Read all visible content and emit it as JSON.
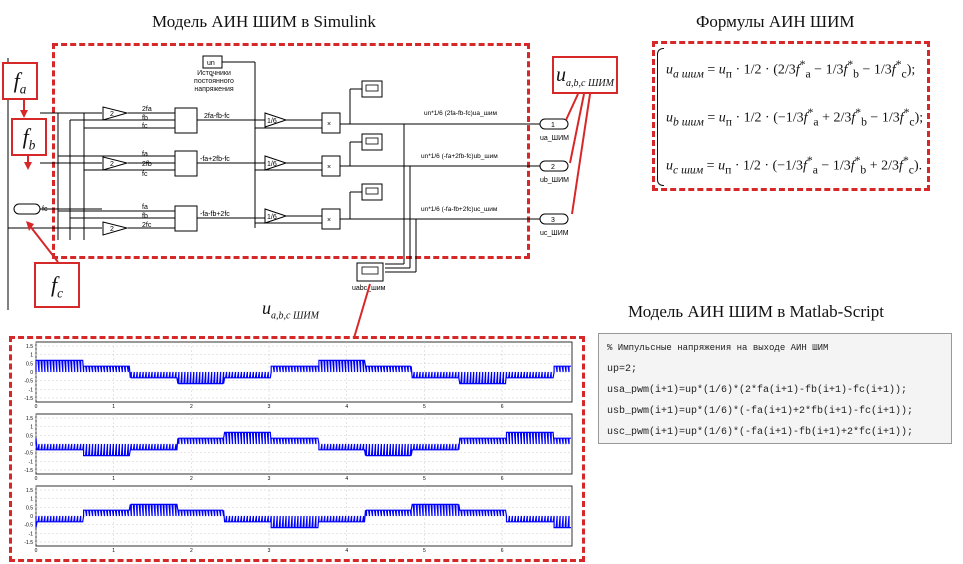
{
  "titles": {
    "simulink": "Модель АИН ШИМ в Simulink",
    "formulas": "Формулы АИН ШИМ",
    "matlab": "Модель АИН ШИМ в Matlab-Script"
  },
  "inputs": {
    "fa": "f",
    "fa_sub": "a",
    "fb": "f",
    "fb_sub": "b",
    "fc": "f",
    "fc_sub": "c"
  },
  "output_label": {
    "main": "u",
    "sub": "a,b,c ШИМ"
  },
  "scope_label": {
    "main": "u",
    "sub": "a,b,c ШИМ"
  },
  "simulink": {
    "source_value": "un",
    "source_caption": "Источники постоянного напряжения",
    "gain2": "2",
    "gain16": "1/6",
    "mult": "×",
    "row_a_in": [
      "2fa",
      "fb",
      "fc"
    ],
    "row_b_in": [
      "fa",
      "2fb",
      "fc"
    ],
    "row_c_in": [
      "fa",
      "fb",
      "2fc"
    ],
    "row_a_sum": "2fa-fb-fc",
    "row_b_sum": "-fa+2fb-fc",
    "row_c_sum": "-fa-fb+2fc",
    "row_a_out": "un*1/6 (2fa-fb-fc)ua_шим",
    "row_b_out": "un*1/6 (-fa+2fb-fc)ub_шим",
    "row_c_out": "un*1/6 (-fa-fb+2fc)uc_шим",
    "port_a": "ua_ШИМ",
    "port_b": "ub_ШИМ",
    "port_c": "uc_ШИМ",
    "port_a_num": "1",
    "port_b_num": "2",
    "port_c_num": "3",
    "fc_port": "fc",
    "scope_name": "uabc_шим"
  },
  "formulas": [
    {
      "lhs": "u",
      "lhs_sub": "a шим",
      "c1": "2/3",
      "s1": "",
      "c2": "1/3",
      "s2": "−",
      "c3": "1/3",
      "s3": "−",
      "end": ";"
    },
    {
      "lhs": "u",
      "lhs_sub": "b шим",
      "c1": "1/3",
      "s1": "−",
      "c2": "2/3",
      "s2": "+",
      "c3": "1/3",
      "s3": "−",
      "end": ";"
    },
    {
      "lhs": "u",
      "lhs_sub": "c шим",
      "c1": "1/3",
      "s1": "−",
      "c2": "1/3",
      "s2": "−",
      "c3": "2/3",
      "s3": "+",
      "end": "."
    }
  ],
  "formula_common": {
    "un": "u",
    "un_sub": "п",
    "half": "1/2",
    "fa": "f",
    "fa_sub": "a",
    "fb": "f",
    "fb_sub": "b",
    "fc": "f",
    "fc_sub": "c",
    "star": "*"
  },
  "code": [
    "% Импульсные напряжения на выходе АИН ШИМ",
    "up=2;",
    "usa_pwm(i+1)=up*(1/6)*(2*fa(i+1)-fb(i+1)-fc(i+1));",
    "usb_pwm(i+1)=up*(1/6)*(-fa(i+1)+2*fb(i+1)-fc(i+1));",
    "usc_pwm(i+1)=up*(1/6)*(-fa(i+1)-fb(i+1)+2*fc(i+1));"
  ],
  "plots": {
    "y_ticks": [
      "1.5",
      "1",
      "0.5",
      "0",
      "-0.5",
      "-1",
      "-1.5"
    ],
    "x_ticks": [
      "0",
      "1",
      "2",
      "3",
      "4",
      "5",
      "6"
    ],
    "line_color": "#0000ff"
  },
  "colors": {
    "accent": "#d62828",
    "wire": "#000000",
    "signal": "#0000ff"
  }
}
